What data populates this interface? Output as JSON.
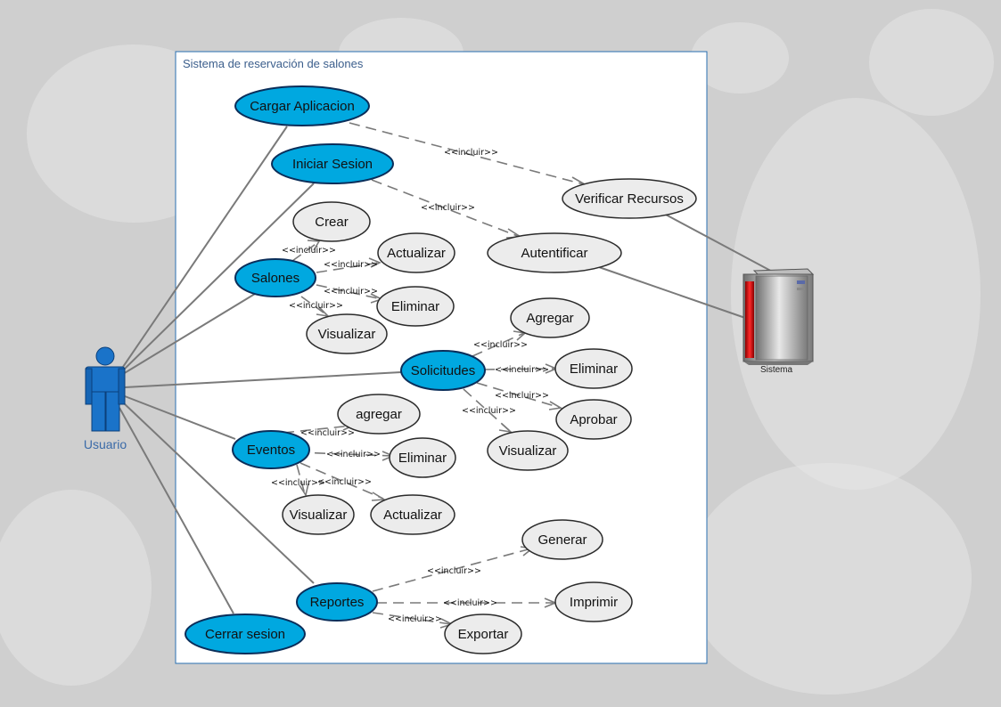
{
  "boundary": {
    "title": "Sistema de reservación de salones"
  },
  "actors": {
    "user": {
      "label": "Usuario"
    },
    "system": {
      "label": "Sistema"
    }
  },
  "include_label": "<<incluir>>",
  "use_cases": {
    "cargar": "Cargar Aplicacion",
    "iniciar": "Iniciar Sesion",
    "salones": "Salones",
    "solicitudes": "Solicitudes",
    "eventos": "Eventos",
    "reportes": "Reportes",
    "cerrar": "Cerrar sesion",
    "verificar": "Verificar Recursos",
    "autenticar": "Autentificar",
    "sal_crear": "Crear",
    "sal_actualizar": "Actualizar",
    "sal_eliminar": "Eliminar",
    "sal_visualizar": "Visualizar",
    "sol_agregar": "Agregar",
    "sol_eliminar": "Eliminar",
    "sol_aprobar": "Aprobar",
    "sol_visualizar": "Visualizar",
    "ev_agregar": "agregar",
    "ev_eliminar": "Eliminar",
    "ev_visualizar": "Visualizar",
    "ev_actualizar": "Actualizar",
    "rep_generar": "Generar",
    "rep_imprimir": "Imprimir",
    "rep_exportar": "Exportar"
  },
  "colors": {
    "primary_use_case": "#00a8e0",
    "secondary_use_case": "#ececec",
    "actor": "#1a73c9",
    "server_accent": "#e01010"
  }
}
